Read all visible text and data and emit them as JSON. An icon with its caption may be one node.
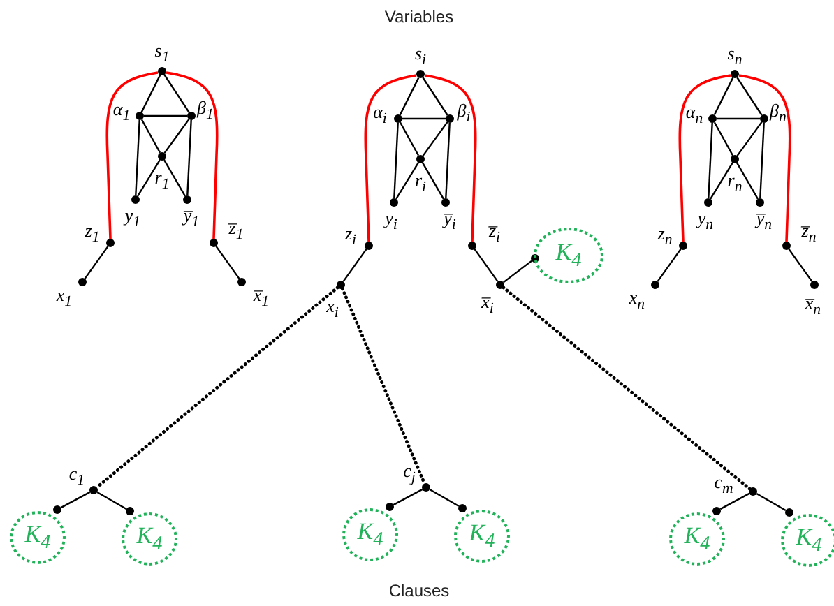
{
  "diagram": {
    "nodes": [
      {
        "text": [],
        "shape": "circle",
        "beside": [
          "s$_{1}$"
        ]
      },
      {
        "text": [],
        "shape": "circle",
        "beside": [
          "α$_{1}$"
        ]
      },
      {
        "text": [],
        "shape": "circle",
        "beside": [
          "β$_{1}$"
        ]
      },
      {
        "text": [],
        "shape": "circle",
        "beside": [
          "r$_{1}$"
        ]
      },
      {
        "text": [],
        "shape": "circle",
        "beside": [
          "y$_{1}$"
        ]
      },
      {
        "text": [],
        "shape": "circle",
        "beside": [
          "y̅$_{1}$"
        ]
      },
      {
        "text": [],
        "shape": "circle",
        "beside": [
          "z$_{1}$"
        ]
      },
      {
        "text": [],
        "shape": "circle",
        "beside": [
          "z̅$_{1}$"
        ]
      },
      {
        "text": [],
        "shape": "circle",
        "beside": [
          "x$_{1}$"
        ]
      },
      {
        "text": [],
        "shape": "circle",
        "beside": [
          "x̅$_{1}$"
        ]
      },
      {
        "text": [],
        "shape": "circle",
        "beside": [
          "s$_{i}$"
        ]
      },
      {
        "text": [],
        "shape": "circle",
        "beside": [
          "α$_{i}$"
        ]
      },
      {
        "text": [],
        "shape": "circle",
        "beside": [
          "β$_{i}$"
        ]
      },
      {
        "text": [],
        "shape": "circle",
        "beside": [
          "r$_{i}$"
        ]
      },
      {
        "text": [],
        "shape": "circle",
        "beside": [
          "y$_{i}$"
        ]
      },
      {
        "text": [],
        "shape": "circle",
        "beside": [
          "y̅$_{i}$"
        ]
      },
      {
        "text": [],
        "shape": "circle",
        "beside": [
          "z$_{i}$"
        ]
      },
      {
        "text": [],
        "shape": "circle",
        "beside": [
          "z̅$_{i}$"
        ]
      },
      {
        "text": [],
        "shape": "circle",
        "beside": [
          "x$_{i}$"
        ]
      },
      {
        "text": [],
        "shape": "circle",
        "beside": [
          "x̅$_{i}$"
        ]
      },
      {
        "text": [],
        "shape": "circle",
        "beside": [
          "s$_{n}$"
        ]
      },
      {
        "text": [],
        "shape": "circle",
        "beside": [
          "α$_{n}$"
        ]
      },
      {
        "text": [],
        "shape": "circle",
        "beside": [
          "β$_{n}$"
        ]
      },
      {
        "text": [],
        "shape": "circle",
        "beside": [
          "r$_{n}$"
        ]
      },
      {
        "text": [],
        "shape": "circle",
        "beside": [
          "y$_{n}$"
        ]
      },
      {
        "text": [],
        "shape": "circle",
        "beside": [
          "y̅$_{n}$"
        ]
      },
      {
        "text": [],
        "shape": "circle",
        "beside": [
          "z$_{n}$"
        ]
      },
      {
        "text": [],
        "shape": "circle",
        "beside": [
          "z̅$_{n}$"
        ]
      },
      {
        "text": [],
        "shape": "circle",
        "beside": [
          "x$_{n}$"
        ]
      },
      {
        "text": [],
        "shape": "circle",
        "beside": [
          "x̅$_{n}$"
        ]
      },
      {
        "text": [],
        "shape": "circle"
      },
      {
        "text": [
          "K$_{4}$"
        ]
      },
      {
        "text": [],
        "shape": "circle",
        "beside": [
          "c$_{1}$"
        ]
      },
      {
        "text": [],
        "shape": "circle"
      },
      {
        "text": [],
        "shape": "circle"
      },
      {
        "text": [
          "K$_{4}$"
        ]
      },
      {
        "text": [
          "K$_{4}$"
        ]
      },
      {
        "text": [],
        "shape": "circle",
        "beside": [
          "c$_{j}$"
        ]
      },
      {
        "text": [],
        "shape": "circle"
      },
      {
        "text": [],
        "shape": "circle"
      },
      {
        "text": [
          "K$_{4}$"
        ]
      },
      {
        "text": [
          "K$_{4}$"
        ]
      },
      {
        "text": [],
        "shape": "circle",
        "beside": [
          "c$_{m}$"
        ]
      },
      {
        "text": [],
        "shape": "circle"
      },
      {
        "text": [],
        "shape": "circle"
      },
      {
        "text": [
          "K$_{4}$"
        ]
      },
      {
        "text": [
          "K$_{4}$"
        ]
      }
    ],
    "edges": [
      {
        "from": 0,
        "to": 1,
        "arrow": "none"
      },
      {
        "from": 0,
        "to": 2,
        "arrow": "none"
      },
      {
        "from": 1,
        "to": 2,
        "arrow": "none"
      },
      {
        "from": 1,
        "to": 3,
        "arrow": "none"
      },
      {
        "from": 2,
        "to": 3,
        "arrow": "none"
      },
      {
        "from": 1,
        "to": 4,
        "arrow": "none"
      },
      {
        "from": 2,
        "to": 5,
        "arrow": "none"
      },
      {
        "from": 3,
        "to": 4,
        "arrow": "none"
      },
      {
        "from": 3,
        "to": 5,
        "arrow": "none"
      },
      {
        "from": 0,
        "to": 6,
        "arrow": "none",
        "color": "#ff0000"
      },
      {
        "from": 0,
        "to": 7,
        "arrow": "none",
        "color": "#ff0000"
      },
      {
        "from": 6,
        "to": 8,
        "arrow": "none"
      },
      {
        "from": 7,
        "to": 9,
        "arrow": "none"
      },
      {
        "from": 10,
        "to": 11,
        "arrow": "none"
      },
      {
        "from": 10,
        "to": 12,
        "arrow": "none"
      },
      {
        "from": 11,
        "to": 12,
        "arrow": "none"
      },
      {
        "from": 11,
        "to": 13,
        "arrow": "none"
      },
      {
        "from": 12,
        "to": 13,
        "arrow": "none"
      },
      {
        "from": 11,
        "to": 14,
        "arrow": "none"
      },
      {
        "from": 12,
        "to": 15,
        "arrow": "none"
      },
      {
        "from": 13,
        "to": 14,
        "arrow": "none"
      },
      {
        "from": 13,
        "to": 15,
        "arrow": "none"
      },
      {
        "from": 10,
        "to": 16,
        "arrow": "none",
        "color": "#ff0000"
      },
      {
        "from": 10,
        "to": 17,
        "arrow": "none",
        "color": "#ff0000"
      },
      {
        "from": 16,
        "to": 18,
        "arrow": "none"
      },
      {
        "from": 17,
        "to": 19,
        "arrow": "none"
      },
      {
        "from": 20,
        "to": 21,
        "arrow": "none"
      },
      {
        "from": 20,
        "to": 22,
        "arrow": "none"
      },
      {
        "from": 21,
        "to": 22,
        "arrow": "none"
      },
      {
        "from": 21,
        "to": 23,
        "arrow": "none"
      },
      {
        "from": 22,
        "to": 23,
        "arrow": "none"
      },
      {
        "from": 21,
        "to": 24,
        "arrow": "none"
      },
      {
        "from": 22,
        "to": 25,
        "arrow": "none"
      },
      {
        "from": 23,
        "to": 24,
        "arrow": "none"
      },
      {
        "from": 23,
        "to": 25,
        "arrow": "none"
      },
      {
        "from": 20,
        "to": 26,
        "arrow": "none",
        "color": "#ff0000"
      },
      {
        "from": 20,
        "to": 27,
        "arrow": "none",
        "color": "#ff0000"
      },
      {
        "from": 26,
        "to": 28,
        "arrow": "none"
      },
      {
        "from": 27,
        "to": 29,
        "arrow": "none"
      },
      {
        "from": 19,
        "to": 30,
        "arrow": "none"
      },
      {
        "from": 32,
        "to": 33,
        "arrow": "none"
      },
      {
        "from": 32,
        "to": 34,
        "arrow": "none"
      },
      {
        "from": 37,
        "to": 38,
        "arrow": "none"
      },
      {
        "from": 37,
        "to": 39,
        "arrow": "none"
      },
      {
        "from": 42,
        "to": 43,
        "arrow": "none"
      },
      {
        "from": 42,
        "to": 44,
        "arrow": "none"
      },
      {
        "from": 18,
        "to": 32,
        "arrow": "none",
        "style": "dashed"
      },
      {
        "from": 18,
        "to": 37,
        "arrow": "none",
        "style": "dashed"
      },
      {
        "from": 19,
        "to": 42,
        "arrow": "none",
        "style": "dashed"
      }
    ],
    "labels": [
      "Variables",
      "Clauses"
    ]
  }
}
